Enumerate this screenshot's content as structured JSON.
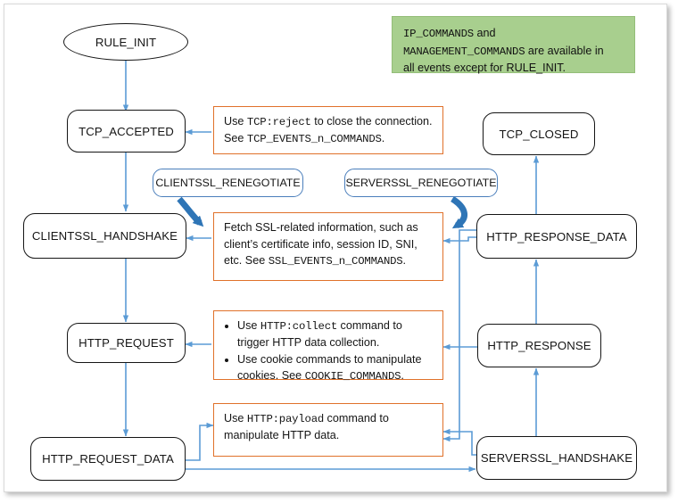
{
  "diagram": {
    "title": "iRule event flow with command availability notes",
    "colors": {
      "node_border": "#151515",
      "reneg_border": "#4a7ebb",
      "callout_border": "#e0712a",
      "connector": "#5b9bd5",
      "thick_arrow": "#2e75b6",
      "note_bg": "#a8cf8e",
      "canvas_border": "#d9d9d9"
    },
    "note": {
      "line1_a": "IP_COMMANDS",
      "line1_b": " and",
      "line2_a": "MANAGEMENT_COMMANDS",
      "line2_b": " are available in",
      "line3": "all events except for RULE_INIT."
    },
    "nodes": [
      {
        "id": "rule-init",
        "label": "RULE_INIT"
      },
      {
        "id": "tcp-accepted",
        "label": "TCP_ACCEPTED"
      },
      {
        "id": "clientssl-handshake",
        "label": "CLIENTSSL_HANDSHAKE"
      },
      {
        "id": "http-request",
        "label": "HTTP_REQUEST"
      },
      {
        "id": "http-request-data",
        "label": "HTTP_REQUEST_DATA"
      },
      {
        "id": "tcp-closed",
        "label": "TCP_CLOSED"
      },
      {
        "id": "http-response-data",
        "label": "HTTP_RESPONSE_DATA"
      },
      {
        "id": "http-response",
        "label": "HTTP_RESPONSE"
      },
      {
        "id": "serverssl-handshake",
        "label": "SERVERSSL_HANDSHAKE"
      }
    ],
    "renegotiate": [
      {
        "id": "clientssl-renegotiate",
        "label": "CLIENTSSL_RENEGOTIATE"
      },
      {
        "id": "serverssl-renegotiate",
        "label": "SERVERSSL_RENEGOTIATE"
      }
    ],
    "callouts": {
      "tcp": {
        "l1_a": "Use ",
        "l1_code": "TCP:reject",
        "l1_b": " to close the connection.",
        "l2_a": "See ",
        "l2_code": "TCP_EVENTS_n_COMMANDS",
        "l2_b": "."
      },
      "ssl": {
        "l1": "Fetch SSL-related information, such as",
        "l2": "client’s certificate info, session ID, SNI,",
        "l3_a": "etc. See ",
        "l3_code": "SSL_EVENTS_n_COMMANDS",
        "l3_b": "."
      },
      "http": {
        "b1_a": "Use ",
        "b1_code": "HTTP:collect",
        "b1_b": " command to trigger HTTP data collection.",
        "b2_a": "Use cookie commands to manipulate cookies. See ",
        "b2_code": "COOKIE_COMMANDS",
        "b2_b": "."
      },
      "payload": {
        "l1_a": "Use ",
        "l1_code": "HTTP:payload",
        "l1_b": " command to",
        "l2": "manipulate HTTP data."
      }
    }
  }
}
